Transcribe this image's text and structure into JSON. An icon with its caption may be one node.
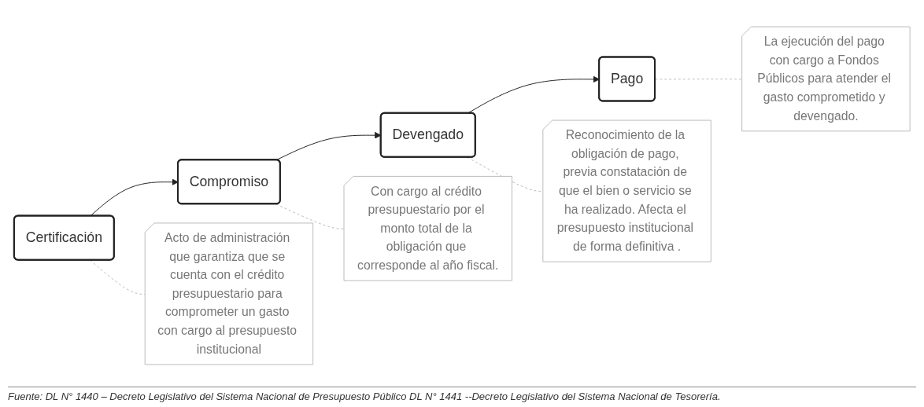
{
  "diagram": {
    "caption": "Fuente: DL N° 1440 – Decreto Legislativo del Sistema Nacional de Presupuesto Público DL N° 1441 --Decreto Legislativo del Sistema Nacional de Tesorería.",
    "nodes": [
      {
        "text": [
          "Certificación"
        ]
      },
      {
        "text": [
          "Compromiso"
        ]
      },
      {
        "text": [
          "Devengado"
        ]
      },
      {
        "text": [
          "Pago"
        ]
      },
      {
        "text": [
          "Acto de administración que garantiza que se cuenta con el crédito presupuestario para comprometer un gasto con cargo al presupuesto institucional"
        ]
      },
      {
        "text": [
          "Con cargo al crédito presupuestario por el monto total de la obligación que corresponde al año fiscal."
        ]
      },
      {
        "text": [
          "Reconocimiento de la obligación de pago, previa constatación de que el bien o servicio se ha realizado. Afecta el presupuesto institucional de forma definitiva ."
        ]
      },
      {
        "text": [
          "La ejecución del pago con cargo a Fondos Públicos para atender el gasto comprometido y devengado."
        ]
      }
    ],
    "edges": [
      {
        "from": 0,
        "to": 1,
        "arrow": "to",
        "color": "#222222"
      },
      {
        "from": 1,
        "to": 2,
        "arrow": "to",
        "color": "#222222"
      },
      {
        "from": 2,
        "to": 3,
        "arrow": "to",
        "color": "#222222"
      },
      {
        "from": 0,
        "to": 4,
        "arrow": "none",
        "style": "dashed",
        "color": "#bbbbbb"
      },
      {
        "from": 1,
        "to": 5,
        "arrow": "none",
        "style": "dashed",
        "color": "#bbbbbb"
      },
      {
        "from": 2,
        "to": 6,
        "arrow": "none",
        "style": "dashed",
        "color": "#bbbbbb"
      },
      {
        "from": 3,
        "to": 7,
        "arrow": "none",
        "style": "dashed",
        "color": "#bbbbbb"
      }
    ]
  }
}
